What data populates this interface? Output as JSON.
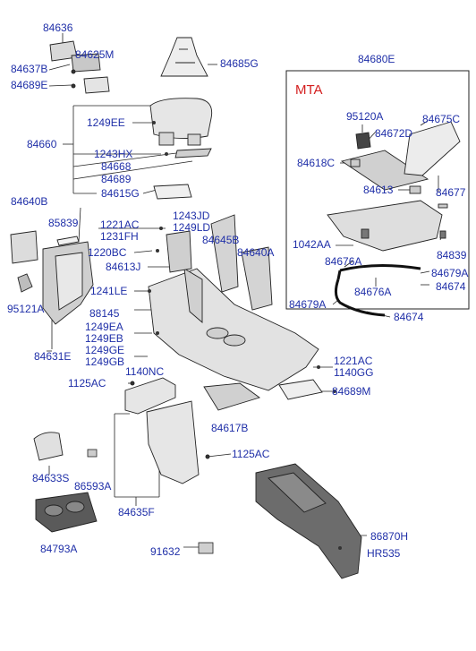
{
  "diagram": {
    "section_heading": "MTA",
    "parts": {
      "p84636": "84636",
      "p84625M": "84625M",
      "p84637B": "84637B",
      "p84689E": "84689E",
      "p84685G": "84685G",
      "p84680E": "84680E",
      "p1249EE": "1249EE",
      "p84660": "84660",
      "p1243HX": "1243HX",
      "p84668": "84668",
      "p84689": "84689",
      "p84615G": "84615G",
      "p95120A": "95120A",
      "p84675C": "84675C",
      "p84672D": "84672D",
      "p84618C": "84618C",
      "p84613": "84613",
      "p84677": "84677",
      "p84640B": "84640B",
      "p85839": "85839",
      "p1221AC_a": "1221AC",
      "p1231FH": "1231FH",
      "p1243JD": "1243JD",
      "p1249LD": "1249LD",
      "p84645B": "84645B",
      "p1220BC": "1220BC",
      "p84640A": "84640A",
      "p1042AA": "1042AA",
      "p84839": "84839",
      "p84676A_a": "84676A",
      "p84679A_a": "84679A",
      "p84613J": "84613J",
      "p84676A_b": "84676A",
      "p84674_a": "84674",
      "p1241LE": "1241LE",
      "p84679A_b": "84679A",
      "p84674_b": "84674",
      "p95121A": "95121A",
      "p88145": "88145",
      "p1249EA": "1249EA",
      "p1249EB": "1249EB",
      "p1249GE": "1249GE",
      "p1249GB": "1249GB",
      "p84631E": "84631E",
      "p1221AC_b": "1221AC",
      "p1140GG": "1140GG",
      "p1140NC": "1140NC",
      "p1125AC_a": "1125AC",
      "p84689M": "84689M",
      "p84617B": "84617B",
      "p84633S": "84633S",
      "p1125AC_b": "1125AC",
      "p86593A": "86593A",
      "p84635F": "84635F",
      "p84793A": "84793A",
      "p86870H": "86870H",
      "p91632": "91632",
      "pHR535": "HR535"
    }
  }
}
